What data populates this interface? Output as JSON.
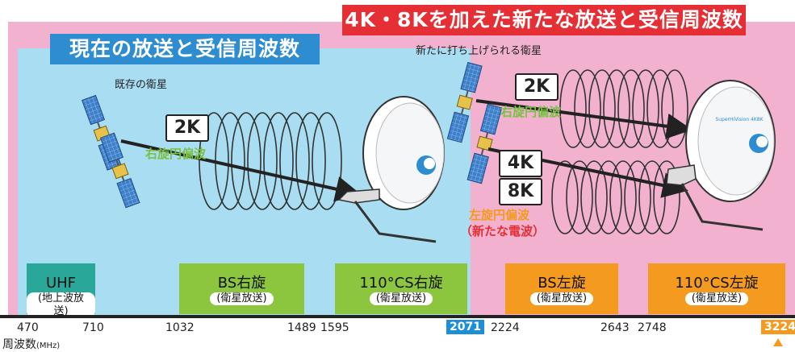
{
  "titles": {
    "new_broadcast": "4K・8Kを加えた新たな放送と受信周波数",
    "current_broadcast": "現在の放送と受信周波数"
  },
  "labels": {
    "existing_satellite": "既存の衛星",
    "new_satellite": "新たに打ち上げられる衛星"
  },
  "badges": {
    "res_2k_left": "2K",
    "res_2k_right": "2K",
    "res_4k": "4K",
    "res_8k": "8K"
  },
  "polarization": {
    "right_left": "右旋円偏波",
    "right_right": "右旋円偏波",
    "left_line1": "左旋円偏波",
    "left_line2": "（新たな電波）"
  },
  "dish_text": {
    "right_logo": "SuperHiVision 4K8K"
  },
  "bands": [
    {
      "main": "UHF",
      "sub": "(地上波放送)",
      "color": "#29a89a"
    },
    {
      "main": "BS右旋",
      "sub": "(衛星放送)",
      "color": "#8cc63f"
    },
    {
      "main": "110°CS右旋",
      "sub": "(衛星放送)",
      "color": "#8cc63f"
    },
    {
      "main": "BS左旋",
      "sub": "(衛星放送)",
      "color": "#f39a1f"
    },
    {
      "main": "110°CS左旋",
      "sub": "(衛星放送)",
      "color": "#f39a1f"
    }
  ],
  "frequencies": [
    "470",
    "710",
    "1032",
    "1489",
    "1595",
    "2071",
    "2224",
    "2643",
    "2748",
    "3224"
  ],
  "axis": {
    "label": "周波数",
    "unit": "(MHz)"
  },
  "colors": {
    "pink_region": "#f2b2cf",
    "blue_region": "#a9ddf2",
    "new_title_bg": "#e52f35",
    "current_title_bg": "#2e8cd0",
    "right_pol_text": "#7ac143",
    "left_pol_text_1": "#f39a1f",
    "left_pol_text_2": "#e52f35",
    "highlight_2071": "#1e8fd6",
    "highlight_3224": "#f39a1f"
  }
}
